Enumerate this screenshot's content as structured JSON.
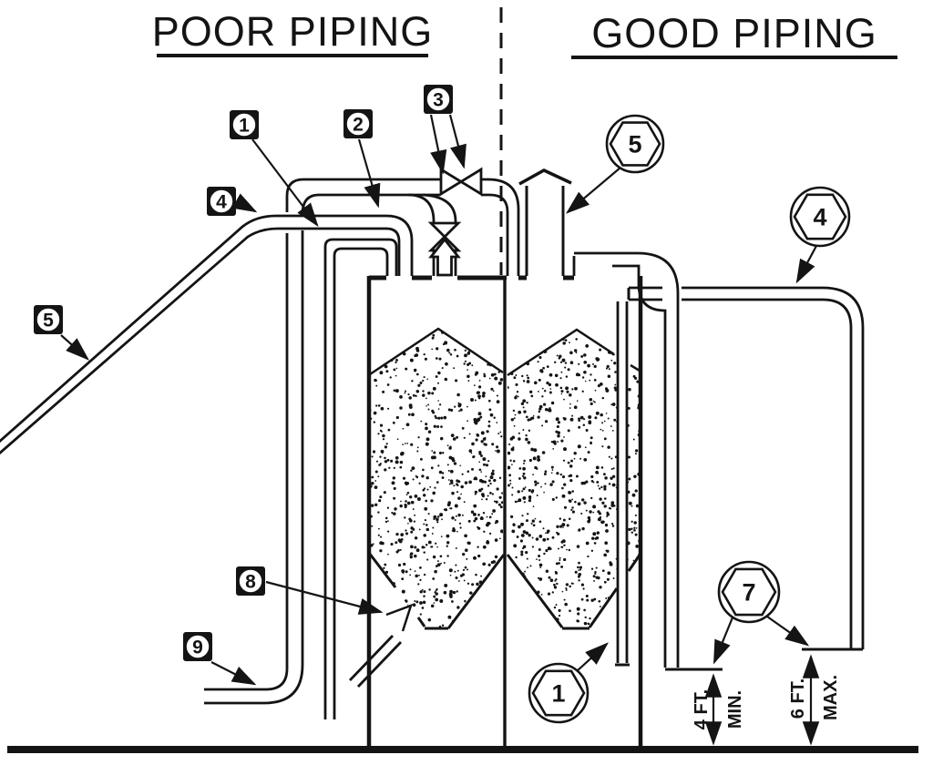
{
  "titles": {
    "left": "POOR PIPING",
    "right": "GOOD PIPING"
  },
  "callouts": {
    "squares": [
      {
        "label": "1"
      },
      {
        "label": "2"
      },
      {
        "label": "3"
      },
      {
        "label": "4"
      },
      {
        "label": "5"
      },
      {
        "label": "8"
      },
      {
        "label": "9"
      }
    ],
    "hexes": [
      {
        "label": "5"
      },
      {
        "label": "4"
      },
      {
        "label": "7"
      },
      {
        "label": "1"
      }
    ]
  },
  "dimensions": {
    "left": {
      "value": "4 FT.",
      "qualifier": "MIN."
    },
    "right": {
      "value": "6 FT.",
      "qualifier": "MAX."
    }
  },
  "colors": {
    "ink": "#141414",
    "paper": "#ffffff"
  }
}
